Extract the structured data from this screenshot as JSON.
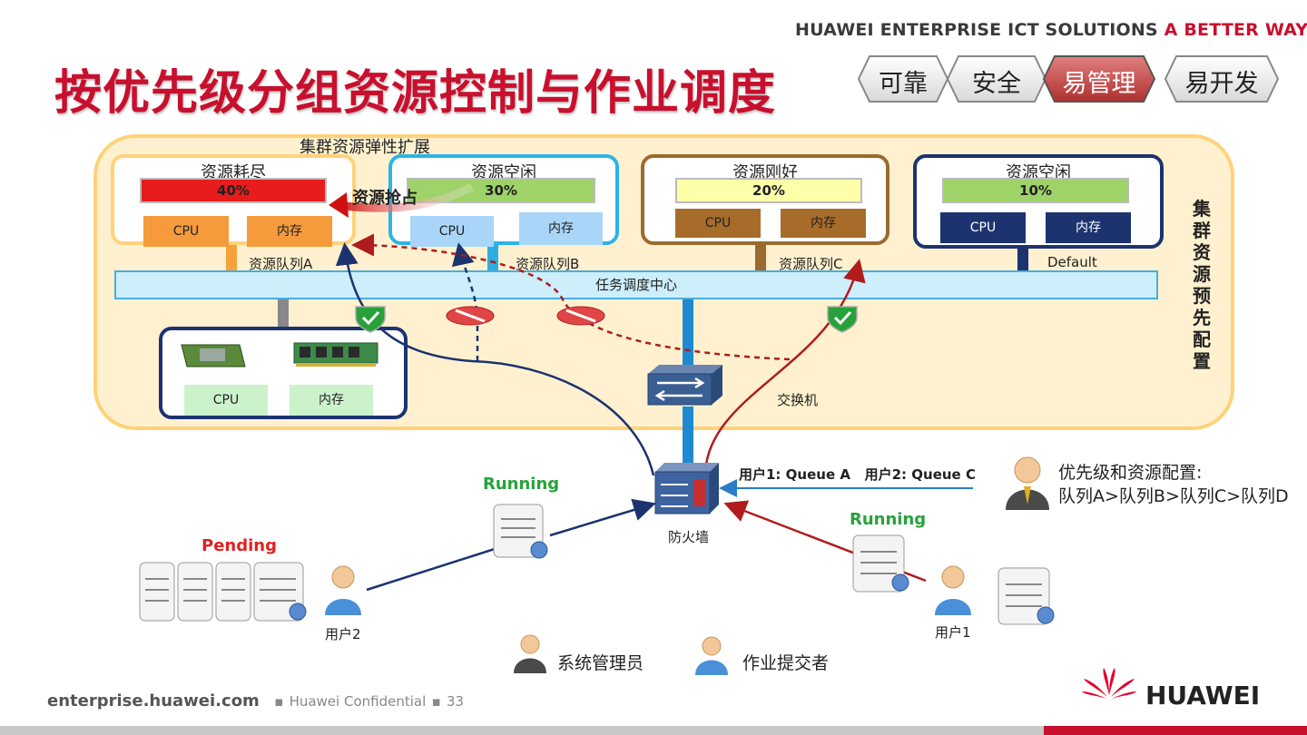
{
  "header": {
    "tagline_main": "HUAWEI ENTERPRISE ICT SOLUTIONS",
    "tagline_accent": "A BETTER WAY",
    "title": "按优先级分组资源控制与作业调度"
  },
  "nav_pills": [
    {
      "label": "可靠",
      "active": false
    },
    {
      "label": "安全",
      "active": false
    },
    {
      "label": "易管理",
      "active": true
    },
    {
      "label": "易开发",
      "active": false
    }
  ],
  "cluster": {
    "elastic_label": "集群资源弹性扩展",
    "preconfig_label": [
      "集",
      "群",
      "资",
      "源",
      "预",
      "先",
      "配",
      "置"
    ],
    "preempt_label": "资源抢占",
    "scheduler_label": "任务调度中心",
    "switch_label": "交换机",
    "firewall_label": "防火墙",
    "queues": [
      {
        "title": "资源耗尽",
        "usage": "40%",
        "cpu": "CPU",
        "mem": "内存",
        "queue_label": "资源队列A"
      },
      {
        "title": "资源空闲",
        "usage": "30%",
        "cpu": "CPU",
        "mem": "内存",
        "queue_label": "资源队列B"
      },
      {
        "title": "资源刚好",
        "usage": "20%",
        "cpu": "CPU",
        "mem": "内存",
        "queue_label": "资源队列C"
      },
      {
        "title": "资源空闲",
        "usage": "10%",
        "cpu": "CPU",
        "mem": "内存",
        "queue_label": "Default"
      }
    ],
    "pool": {
      "cpu": "CPU",
      "mem": "内存"
    }
  },
  "jobs": {
    "running_left": "Running",
    "running_right": "Running",
    "pending": "Pending",
    "user1": "用户1",
    "user2": "用户2",
    "assignment": "用户1: Queue A   用户2: Queue C"
  },
  "policy": {
    "title": "优先级和资源配置:",
    "rule": "队列A>队列B>队列C>队列D"
  },
  "legend": {
    "admin": "系统管理员",
    "submitter": "作业提交者"
  },
  "footer": {
    "site": "enterprise.huawei.com",
    "confidential": "Huawei Confidential",
    "page": "33",
    "brand": "HUAWEI"
  }
}
